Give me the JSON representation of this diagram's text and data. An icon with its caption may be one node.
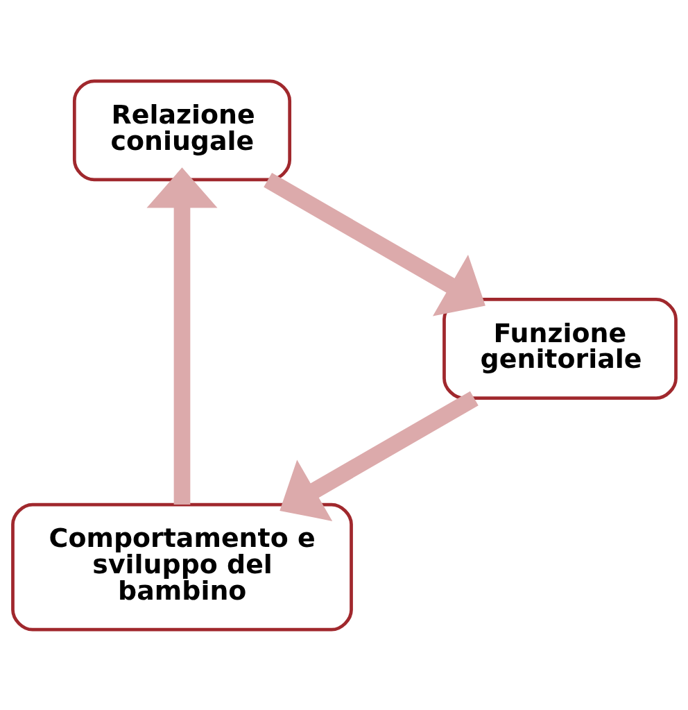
{
  "diagram": {
    "nodes": [
      {
        "text": [
          "Comportamento e sviluppo del bambino"
        ]
      },
      {
        "text": [
          "Relazione coniugale"
        ]
      },
      {
        "text": [
          "Funzione genitoriale"
        ]
      }
    ],
    "edges": [
      {
        "from": 0,
        "to": 1,
        "arrow": "to"
      },
      {
        "from": 1,
        "to": 2,
        "arrow": "to"
      },
      {
        "from": 2,
        "to": 0,
        "arrow": "to"
      }
    ]
  }
}
